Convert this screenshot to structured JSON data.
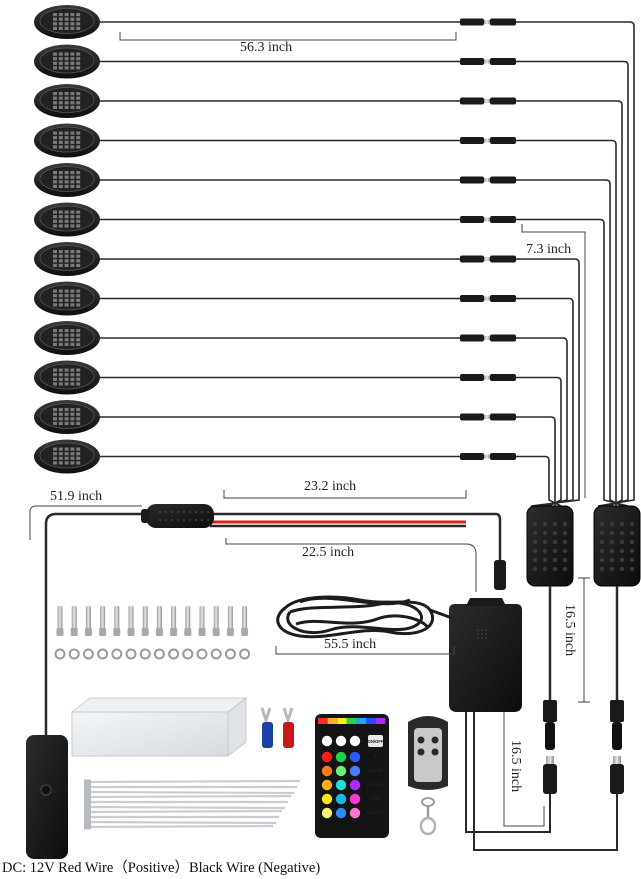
{
  "dimensions": {
    "pod_wire_length": "56.3 inch",
    "branch_length": "7.3 inch",
    "power_wire_length": "51.9 inch",
    "red_wire_length": "23.2 inch",
    "black_wire_length": "22.5 inch",
    "extension_cable_length": "55.5 inch",
    "hub_lead_length": "16.5 inch",
    "controller_lead_length": "16.5 inch"
  },
  "remote_buttons": {
    "on_off": "ON/OFF",
    "w": "W",
    "flash": "FLASH",
    "strobe": "STROBE",
    "fade": "FADE",
    "smooth": "SMOOTH"
  },
  "caption": "DC: 12V Red Wire（Positive）Black Wire (Negative)",
  "colors": {
    "wire": "#2a2a2a",
    "red_wire": "#d9221c",
    "pod_body": "#1a1a1a",
    "pod_led": "#7a7a7a",
    "dimension_line": "#444444"
  },
  "pod_count": 12
}
